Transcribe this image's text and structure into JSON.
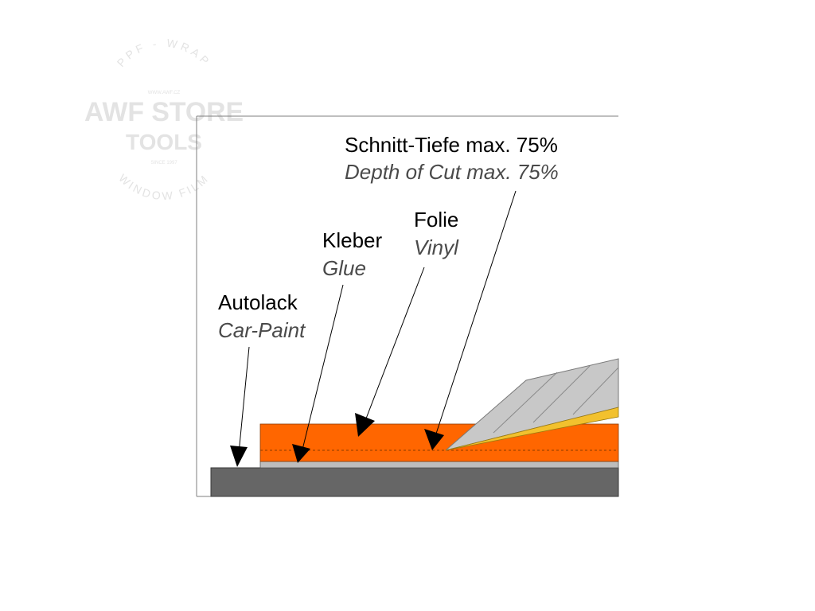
{
  "watermark": {
    "arc_top": "PPF - WRAP",
    "url": "WWW.AWF.CZ",
    "brand": "AWF STORE",
    "sub": "TOOLS",
    "since": "SINCE 1997",
    "arc_bottom": "WINDOW FILM"
  },
  "labels": {
    "depth_de": "Schnitt-Tiefe max. 75%",
    "depth_en": "Depth of Cut max. 75%",
    "vinyl_de": "Folie",
    "vinyl_en": "Vinyl",
    "glue_de": "Kleber",
    "glue_en": "Glue",
    "paint_de": "Autolack",
    "paint_en": "Car-Paint"
  },
  "colors": {
    "vinyl": "#ff6600",
    "glue": "#bdbdbd",
    "paint": "#666666",
    "blade": "#c8c8c8",
    "blade_edge": "#f2c12e",
    "frame": "#7f7f7f"
  }
}
